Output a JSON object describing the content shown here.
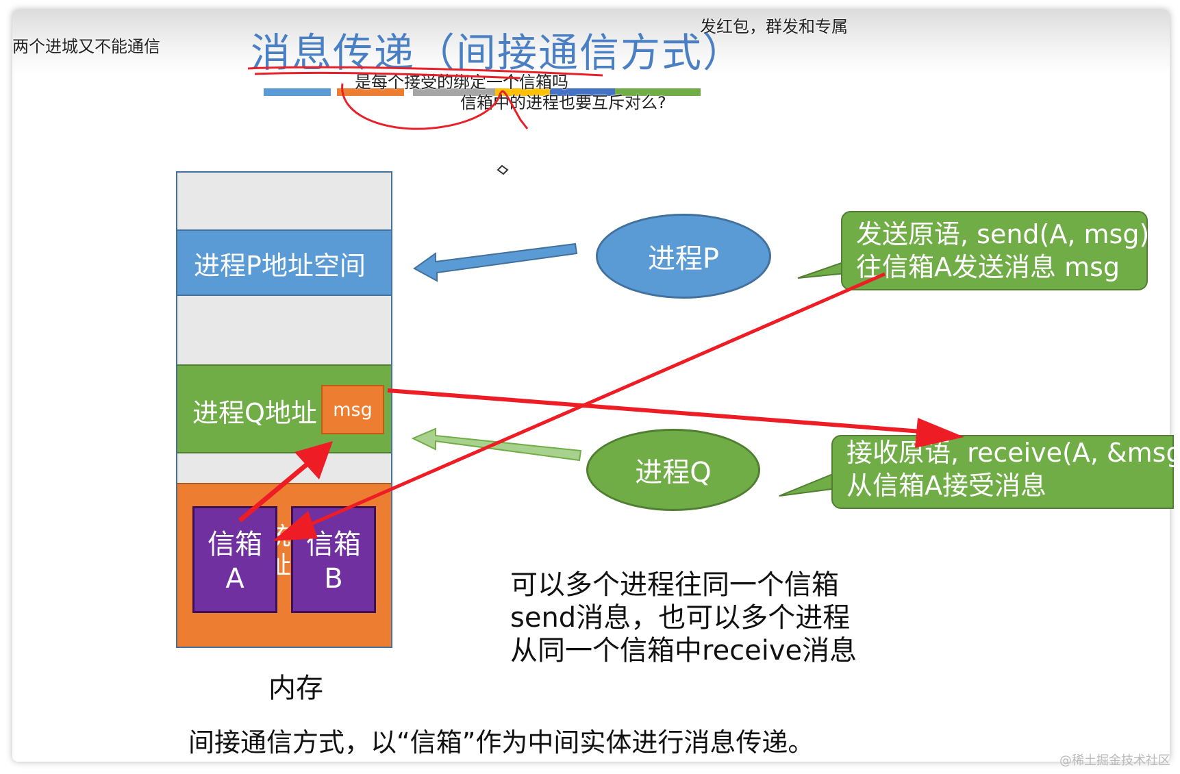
{
  "captions": {
    "top_left": "两个进城又不能通信",
    "top_right": "发红包，群发和专属",
    "sub1": "是每个接受的绑定一个信箱吗",
    "sub2": "信箱中的进程也要互斥对么?"
  },
  "title": "消息传递（间接通信方式）",
  "memory": {
    "region_p": "进程P地址空间",
    "region_q": "进程Q地址",
    "msg_box": "msg",
    "kernel_hidden": "统\n址",
    "mailbox_a": {
      "line1": "信箱",
      "line2": "A"
    },
    "mailbox_b": {
      "line1": "信箱",
      "line2": "B"
    },
    "label": "内存"
  },
  "process_p": "进程P",
  "process_q": "进程Q",
  "send_callout": {
    "line1": "发送原语, send(A, msg)",
    "line2": "往信箱A发送消息 msg"
  },
  "receive_callout": {
    "line1": "接收原语, receive(A, &msg)",
    "line2": "从信箱A接受消息"
  },
  "note": {
    "line1": "可以多个进程往同一个信箱",
    "line2": "send消息，也可以多个进程",
    "line3": "从同一个信箱中receive消息"
  },
  "bottom_text": "间接通信方式，以“信箱”作为中间实体进行消息传递。",
  "watermark": "@稀土掘金技术社区",
  "colors": {
    "blue": "#5b9bd5",
    "green": "#70ad47",
    "orange": "#ed7d31",
    "purple": "#7030a0",
    "title_blue": "#4a80c3",
    "annotation_red": "#ee1c24",
    "title_bars": [
      "#5b9bd5",
      "#ed7d31",
      "#a5a5a5",
      "#ffc000",
      "#4472c4",
      "#70ad47"
    ]
  }
}
